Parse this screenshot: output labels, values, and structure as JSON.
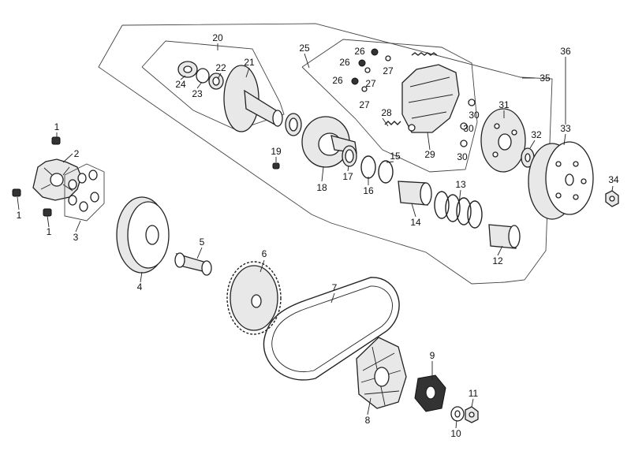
{
  "callouts": [
    "1",
    "1",
    "1",
    "2",
    "3",
    "4",
    "5",
    "6",
    "7",
    "8",
    "9",
    "10",
    "11",
    "12",
    "13",
    "14",
    "15",
    "16",
    "17",
    "18",
    "19",
    "20",
    "21",
    "22",
    "23",
    "24",
    "25",
    "26",
    "26",
    "26",
    "27",
    "27",
    "27",
    "28",
    "29",
    "30",
    "30",
    "30",
    "31",
    "32",
    "33",
    "34",
    "35",
    "36"
  ]
}
